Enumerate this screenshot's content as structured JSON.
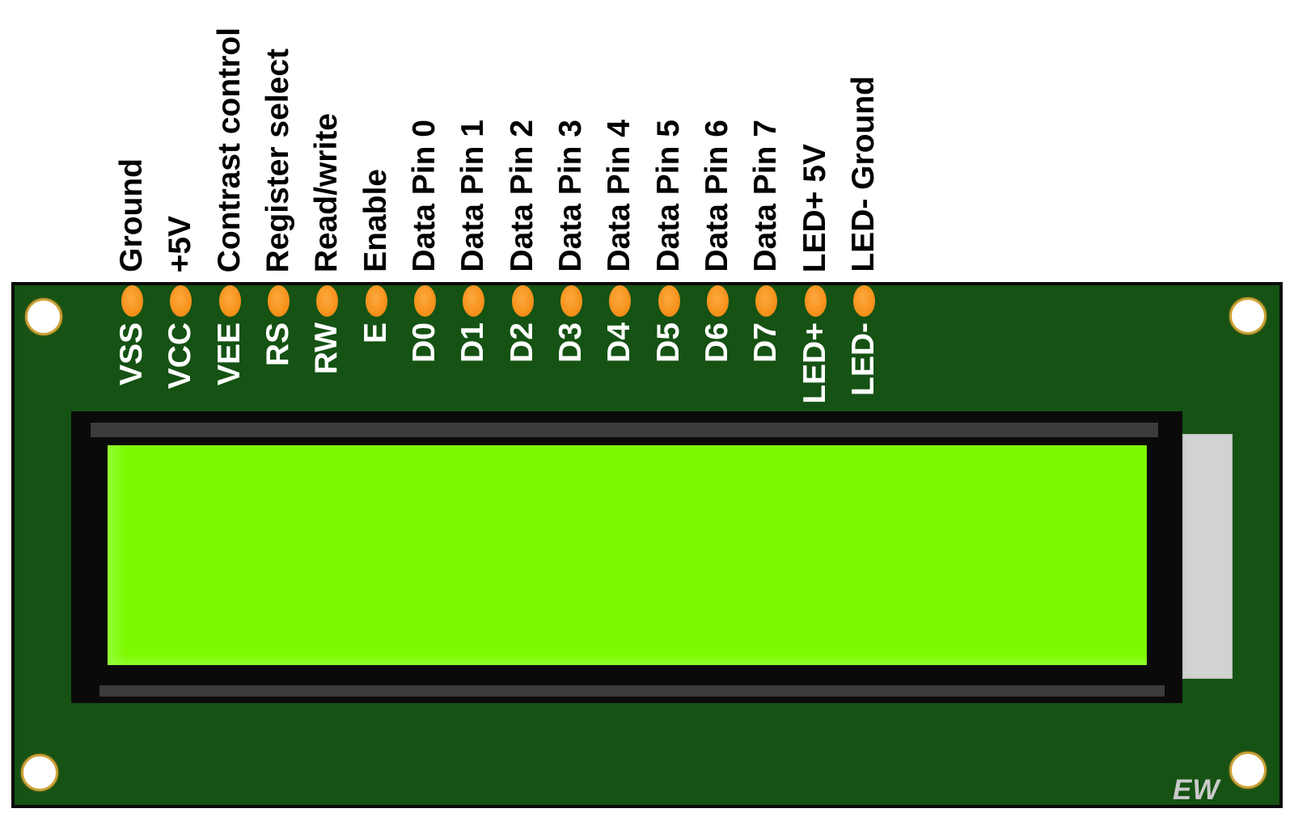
{
  "pins": [
    {
      "signal": "VSS",
      "description": "Ground"
    },
    {
      "signal": "VCC",
      "description": "+5V"
    },
    {
      "signal": "VEE",
      "description": "Contrast control"
    },
    {
      "signal": "RS",
      "description": "Register select"
    },
    {
      "signal": "RW",
      "description": "Read/write"
    },
    {
      "signal": "E",
      "description": "Enable"
    },
    {
      "signal": "D0",
      "description": "Data Pin 0"
    },
    {
      "signal": "D1",
      "description": "Data Pin 1"
    },
    {
      "signal": "D2",
      "description": "Data Pin 2"
    },
    {
      "signal": "D3",
      "description": "Data Pin 3"
    },
    {
      "signal": "D4",
      "description": "Data Pin 4"
    },
    {
      "signal": "D5",
      "description": "Data Pin 5"
    },
    {
      "signal": "D6",
      "description": "Data Pin 6"
    },
    {
      "signal": "D7",
      "description": "Data Pin 7"
    },
    {
      "signal": "LED+",
      "description": "LED+ 5V"
    },
    {
      "signal": "LED-",
      "description": "LED- Ground"
    }
  ],
  "board": {
    "silkscreen_mark": "EW"
  },
  "colors": {
    "pcb_green": "#155213",
    "screen_green": "#7DFA00",
    "pin_orange": "#F7941E",
    "hole_ring": "#CBA135",
    "bezel_gray": "#3C3C3C",
    "tab_gray": "#D2D2D2",
    "label_white": "#FFFFFF",
    "label_black": "#000000"
  }
}
